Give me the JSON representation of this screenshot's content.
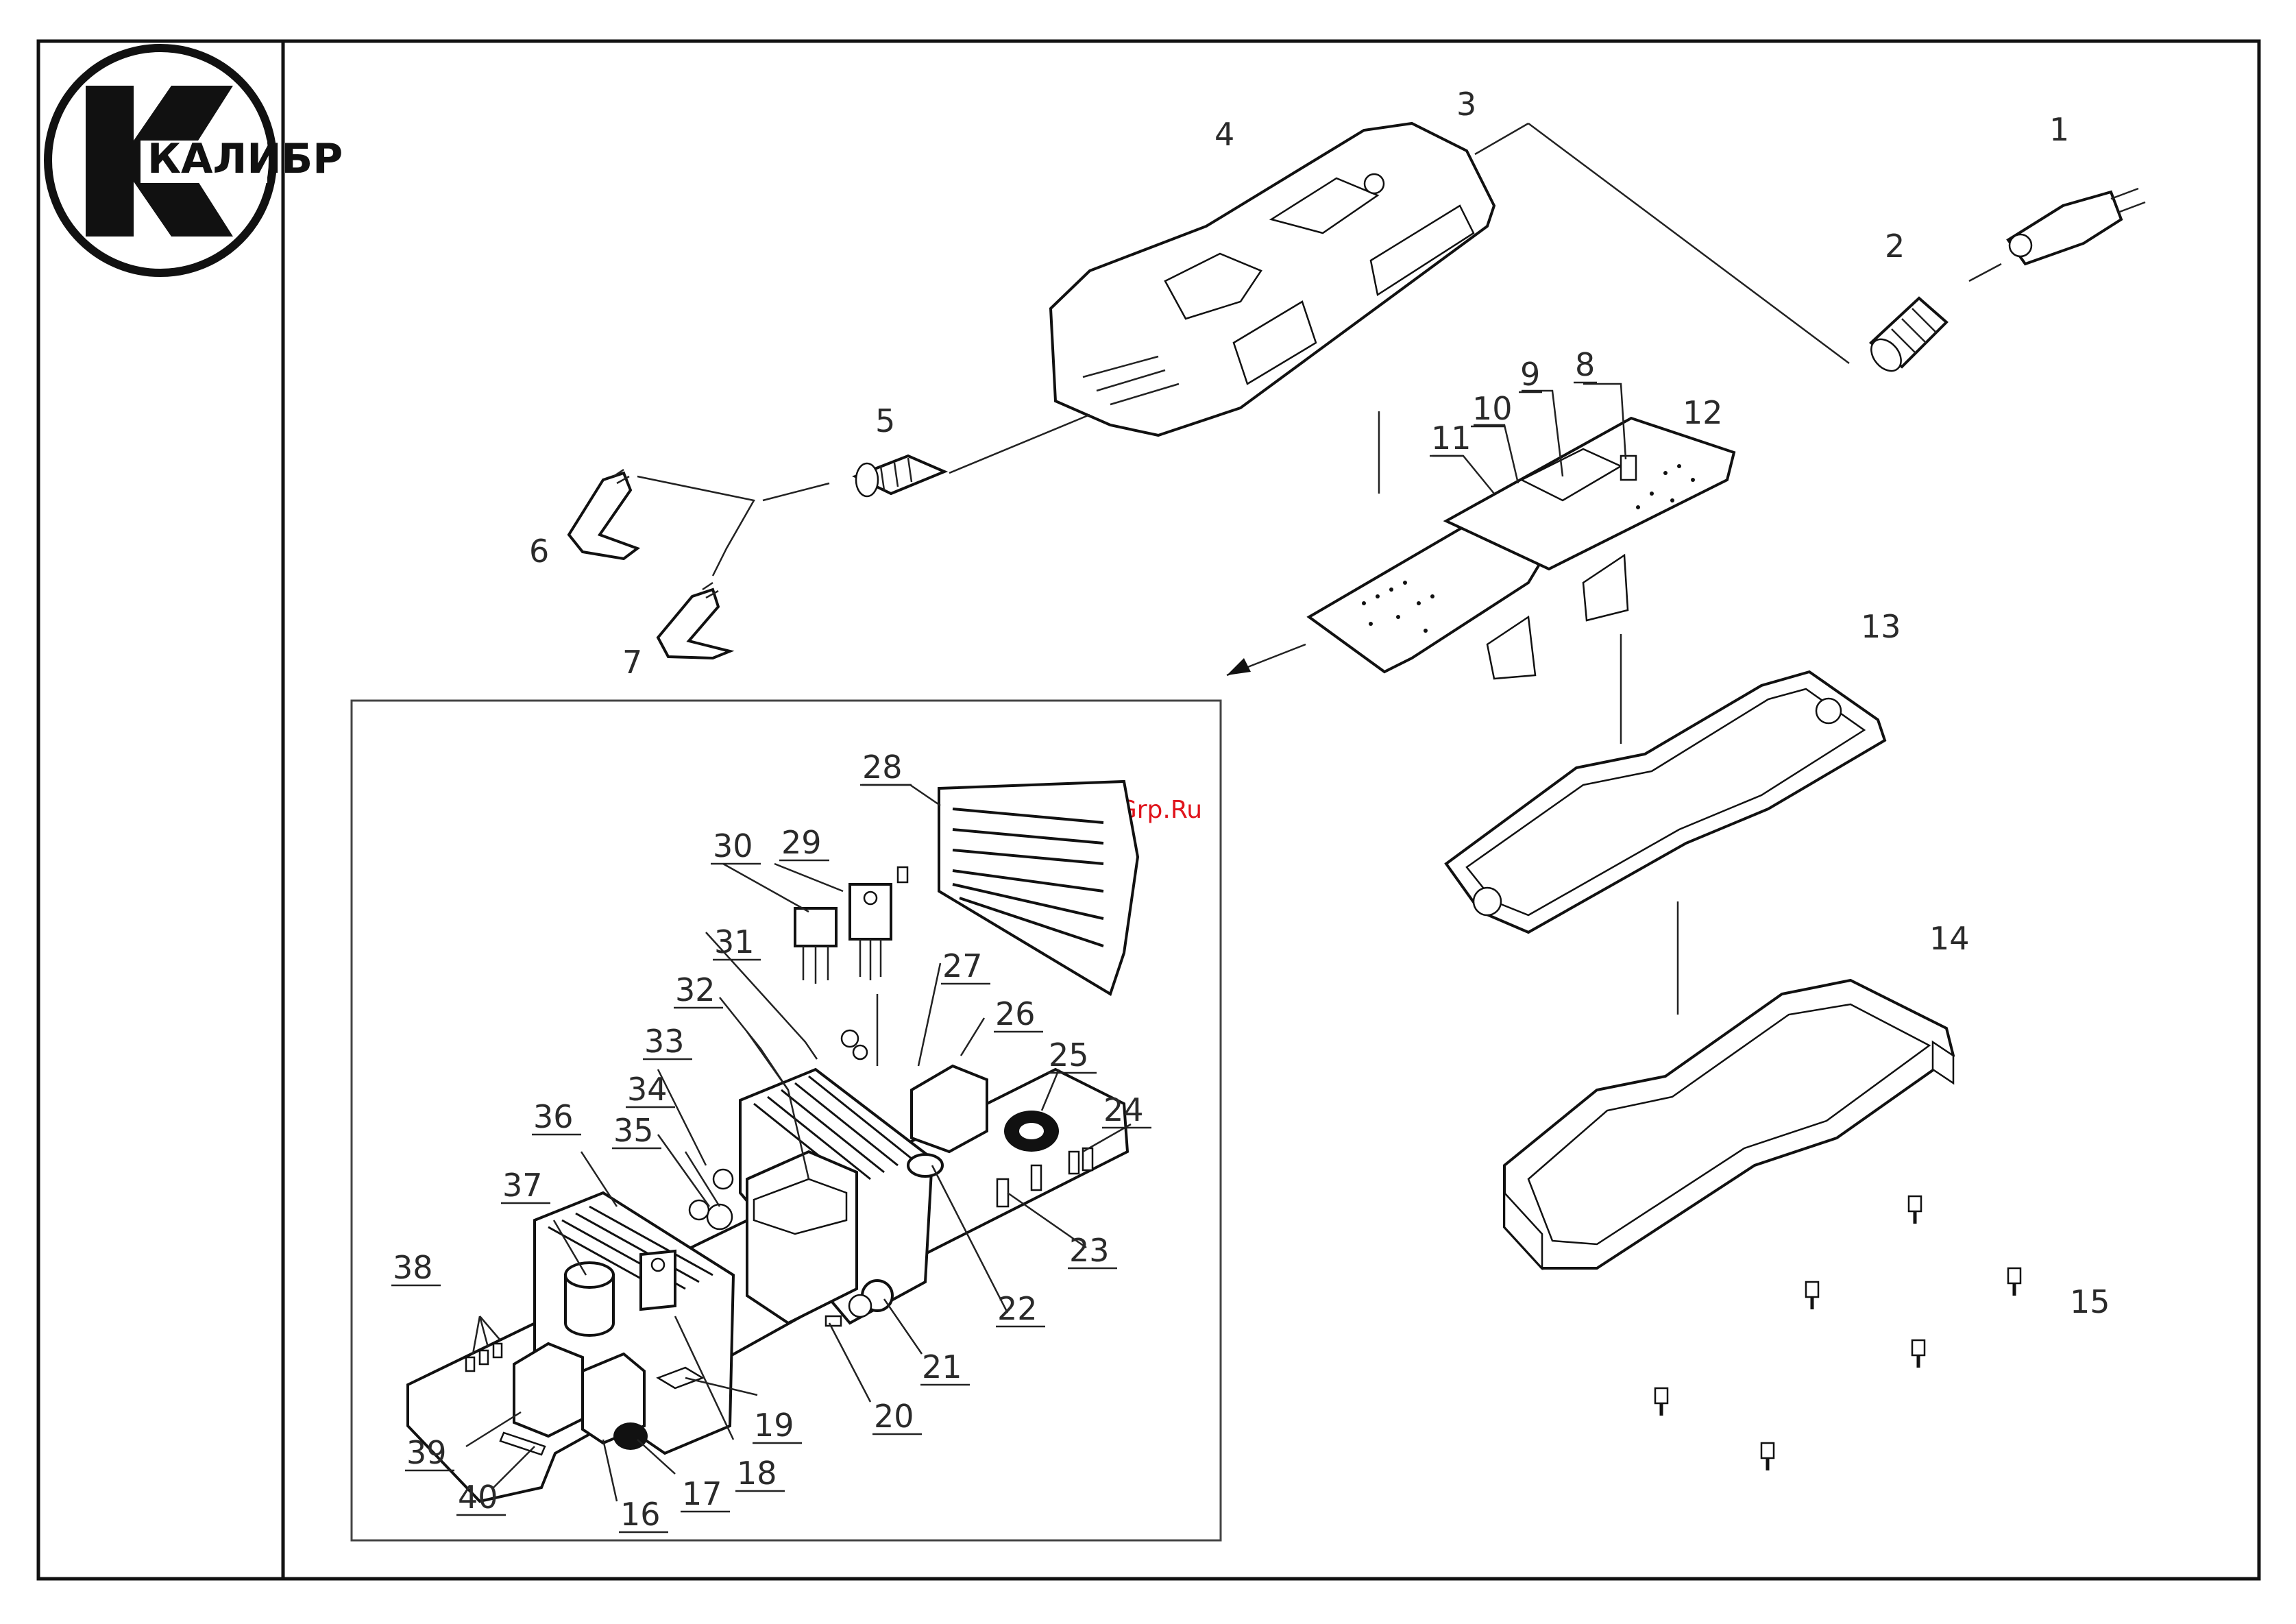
{
  "logo": {
    "brand": "КАЛИБР",
    "icon": "kalibr-logo-icon"
  },
  "watermark": "McGrp.Ru",
  "callouts": [
    {
      "id": "1",
      "text": "1"
    },
    {
      "id": "2",
      "text": "2"
    },
    {
      "id": "3",
      "text": "3"
    },
    {
      "id": "4",
      "text": "4"
    },
    {
      "id": "5",
      "text": "5"
    },
    {
      "id": "6",
      "text": "6"
    },
    {
      "id": "7",
      "text": "7"
    },
    {
      "id": "8",
      "text": "8"
    },
    {
      "id": "9",
      "text": "9"
    },
    {
      "id": "10",
      "text": "10"
    },
    {
      "id": "11",
      "text": "11"
    },
    {
      "id": "12",
      "text": "12"
    },
    {
      "id": "13",
      "text": "13"
    },
    {
      "id": "14",
      "text": "14"
    },
    {
      "id": "15",
      "text": "15"
    },
    {
      "id": "16",
      "text": "16"
    },
    {
      "id": "17",
      "text": "17"
    },
    {
      "id": "18",
      "text": "18"
    },
    {
      "id": "19",
      "text": "19"
    },
    {
      "id": "20",
      "text": "20"
    },
    {
      "id": "21",
      "text": "21"
    },
    {
      "id": "22",
      "text": "22"
    },
    {
      "id": "23",
      "text": "23"
    },
    {
      "id": "24",
      "text": "24"
    },
    {
      "id": "25",
      "text": "25"
    },
    {
      "id": "26",
      "text": "26"
    },
    {
      "id": "27",
      "text": "27"
    },
    {
      "id": "28",
      "text": "28"
    },
    {
      "id": "29",
      "text": "29"
    },
    {
      "id": "30",
      "text": "30"
    },
    {
      "id": "31",
      "text": "31"
    },
    {
      "id": "32",
      "text": "32"
    },
    {
      "id": "33",
      "text": "33"
    },
    {
      "id": "34",
      "text": "34"
    },
    {
      "id": "35",
      "text": "35"
    },
    {
      "id": "36",
      "text": "36"
    },
    {
      "id": "37",
      "text": "37"
    },
    {
      "id": "38",
      "text": "38"
    },
    {
      "id": "39",
      "text": "39"
    },
    {
      "id": "40",
      "text": "40"
    }
  ]
}
